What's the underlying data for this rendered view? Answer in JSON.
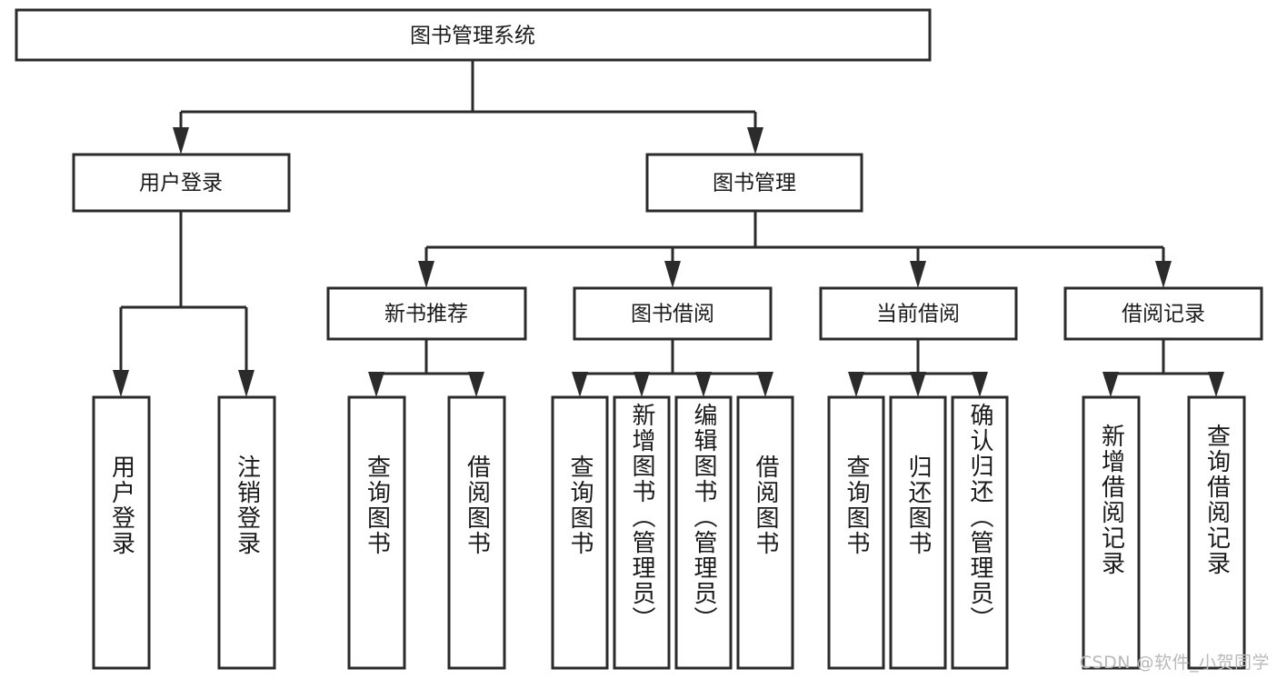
{
  "diagram": {
    "title": "图书管理系统",
    "type": "tree-hierarchy-diagram",
    "colors": {
      "box_stroke": "#2b2b2b",
      "box_fill": "#ffffff",
      "text": "#1a1a1a",
      "connector": "#2b2b2b",
      "watermark": "#b9b9b9",
      "background": "#ffffff"
    },
    "root": {
      "label": "图书管理系统"
    },
    "level2": [
      {
        "label": "用户登录"
      },
      {
        "label": "图书管理"
      }
    ],
    "level3": [
      {
        "label": "新书推荐"
      },
      {
        "label": "图书借阅"
      },
      {
        "label": "当前借阅"
      },
      {
        "label": "借阅记录"
      }
    ],
    "leaves": {
      "user_login": [
        {
          "label": "用户登录"
        },
        {
          "label": "注销登录"
        }
      ],
      "new_book_recommend": [
        {
          "label": "查询图书"
        },
        {
          "label": "借阅图书"
        }
      ],
      "book_borrow": [
        {
          "label": "查询图书"
        },
        {
          "label": "新增图书（管理员）"
        },
        {
          "label": "编辑图书（管理员）"
        },
        {
          "label": "借阅图书"
        }
      ],
      "current_borrow": [
        {
          "label": "查询图书"
        },
        {
          "label": "归还图书"
        },
        {
          "label": "确认归还（管理员）"
        }
      ],
      "borrow_record": [
        {
          "label": "新增借阅记录"
        },
        {
          "label": "查询借阅记录"
        }
      ]
    }
  },
  "watermark": {
    "text": "CSDN @软件_小贺同学"
  }
}
